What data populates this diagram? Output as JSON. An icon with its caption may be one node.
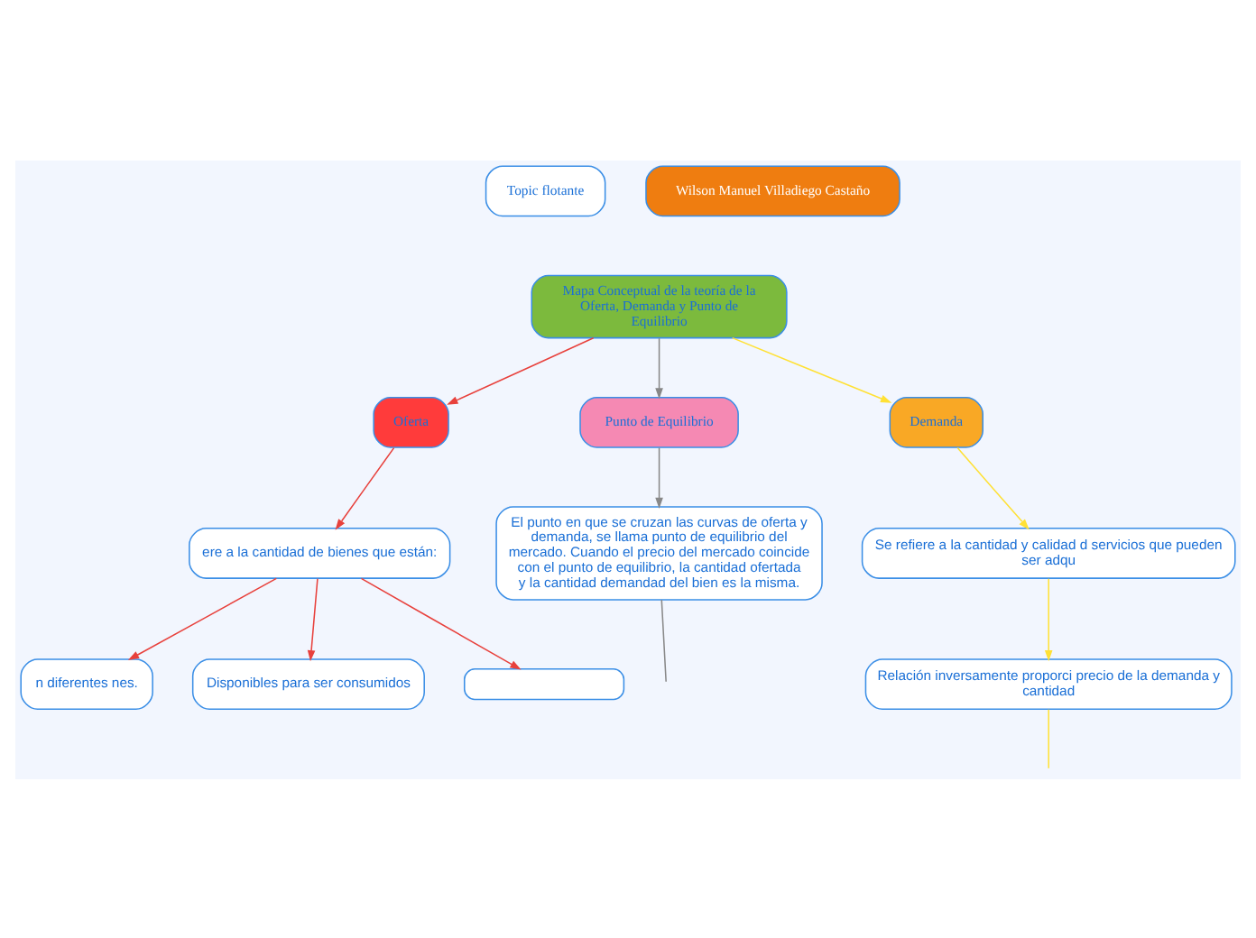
{
  "diagram": {
    "nodes": [
      {
        "text": [
          "Topic flotante"
        ]
      },
      {
        "text": [
          "Wilson Manuel Villadiego Castaño"
        ]
      },
      {
        "text": [
          "Mapa Conceptual de la teoría de la Oferta, Demanda y Punto de Equilibrio"
        ]
      },
      {
        "text": [
          "Oferta"
        ]
      },
      {
        "text": [
          "Punto de Equilibrio"
        ]
      },
      {
        "text": [
          "Demanda"
        ]
      },
      {
        "text": [
          "ere a la cantidad de bienes que están:"
        ]
      },
      {
        "text": [
          "n diferentes nes."
        ]
      },
      {
        "text": [
          "Disponibles para ser consumidos"
        ]
      },
      {
        "text": [],
        "shape": "box"
      },
      {
        "text": [
          "El punto en que se cruzan las curvas de oferta y demanda, se llama punto de equilibrio del mercado. Cuando el precio del mercado coincide con el punto de equilibrio, la cantidad ofertada y la cantidad demandad del bien es la misma."
        ]
      },
      {
        "text": [
          "Se refiere a la cantidad y calidad d servicios que pueden ser adqu"
        ]
      },
      {
        "text": [
          "Relación inversamente proporci precio de la demanda y cantidad"
        ]
      }
    ],
    "edges": [
      {
        "from": 2,
        "to": 3,
        "arrow": "to",
        "color": "#e8413c"
      },
      {
        "from": 2,
        "to": 4,
        "arrow": "to",
        "color": "#888888"
      },
      {
        "from": 2,
        "to": 5,
        "arrow": "to",
        "color": "#ffe135"
      },
      {
        "from": 3,
        "to": 6,
        "arrow": "to",
        "color": "#e8413c"
      },
      {
        "from": 6,
        "to": 7,
        "arrow": "to",
        "color": "#e8413c"
      },
      {
        "from": 6,
        "to": 8,
        "arrow": "to",
        "color": "#e8413c"
      },
      {
        "from": 6,
        "to": 9,
        "arrow": "to",
        "color": "#e8413c"
      },
      {
        "from": 4,
        "to": 10,
        "arrow": "to",
        "color": "#888888"
      },
      {
        "from": 10,
        "to": null,
        "arrow": "none",
        "color": "#888888"
      },
      {
        "from": 5,
        "to": 11,
        "arrow": "to",
        "color": "#ffe135"
      },
      {
        "from": 11,
        "to": 12,
        "arrow": "to",
        "color": "#ffe135"
      },
      {
        "from": 12,
        "to": null,
        "arrow": "none",
        "color": "#ffe135"
      }
    ]
  }
}
